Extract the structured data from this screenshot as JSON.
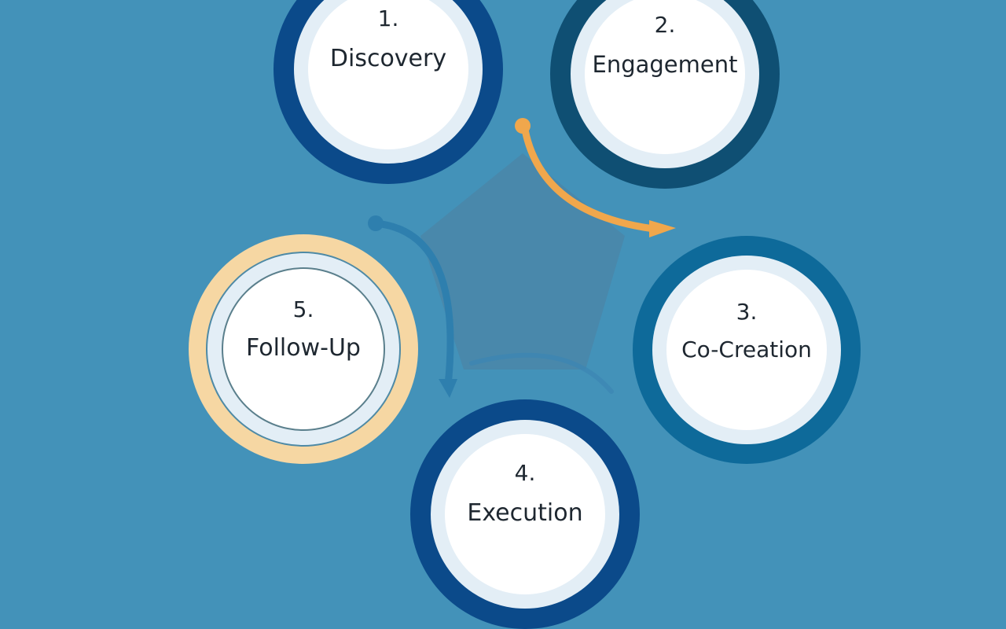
{
  "colors": {
    "background": "#4392b9",
    "arrow_orange": "#f0a74c",
    "arrow_blue": "#2e7fae",
    "center_shape": "#4f7fa1",
    "text": "#1e2730"
  },
  "steps": [
    {
      "number": "1.",
      "name": "Discovery",
      "ring_color": "#0b4a8a"
    },
    {
      "number": "2.",
      "name": "Engagement",
      "ring_color": "#0f4f73"
    },
    {
      "number": "3.",
      "name": "Co-Creation",
      "ring_color": "#0e6a9a"
    },
    {
      "number": "4.",
      "name": "Execution",
      "ring_color": "#0b4a8a"
    },
    {
      "number": "5.",
      "name": "Follow-Up",
      "ring_color": "#f6d7a3"
    }
  ]
}
